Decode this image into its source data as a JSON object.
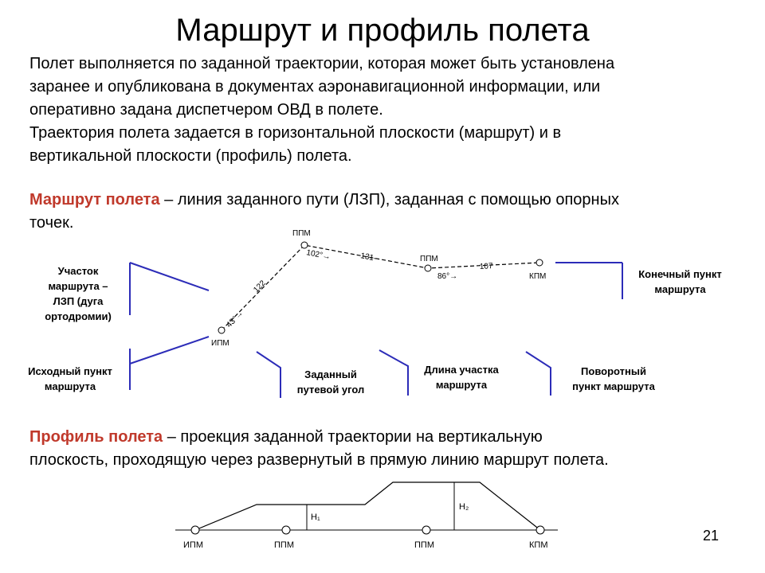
{
  "title": "Маршрут и профиль полета",
  "intro": {
    "line1": "Полет выполняется по заданной траектории, которая может быть установлена",
    "line2": "заранее и опубликована в документах аэронавигационной информации, или",
    "line3": "оперативно задана диспетчером ОВД в полете.",
    "line4": "Траектория полета задается в горизонтальной плоскости (маршрут) и в",
    "line5": "вертикальной плоскости (профиль) полета."
  },
  "route_def": {
    "term": "Маршрут полета",
    "text1": " – линия заданного пути (ЛЗП), заданная с помощью опорных",
    "text2": "точек."
  },
  "route_diagram": {
    "points": {
      "ipm": "ИПМ",
      "ppm1": "ППМ",
      "ppm2": "ППМ",
      "kpm": "КПМ"
    },
    "segments": {
      "seg1_len": "122",
      "seg1_angle": "43°→",
      "seg2_len": "131-",
      "seg2_angle": "102°→",
      "seg3_len": "107",
      "seg3_angle": "86°→"
    },
    "callouts": {
      "segment": [
        "Участок",
        "маршрута –",
        "ЛЗП (дуга",
        "ортодромии)"
      ],
      "start": [
        "Исходный пункт",
        "маршрута"
      ],
      "track_angle": [
        "Заданный",
        "путевой угол"
      ],
      "length": [
        "Длина участка",
        "маршрута"
      ],
      "turn": [
        "Поворотный",
        "пункт маршрута"
      ],
      "end": [
        "Конечный пункт",
        "маршрута"
      ]
    }
  },
  "profile_def": {
    "term": "Профиль полета",
    "text1": " – проекция заданной траектории на вертикальную",
    "text2": "плоскость, проходящую через развернутый в прямую линию маршрут полета."
  },
  "profile_diagram": {
    "labels": [
      "ИПМ",
      "ППМ",
      "ППМ",
      "КПМ"
    ],
    "h1": "H₁",
    "h2": "H₂"
  },
  "page_number": "21",
  "colors": {
    "accent": "#c0392b",
    "callout_line": "#2c2cb8"
  }
}
